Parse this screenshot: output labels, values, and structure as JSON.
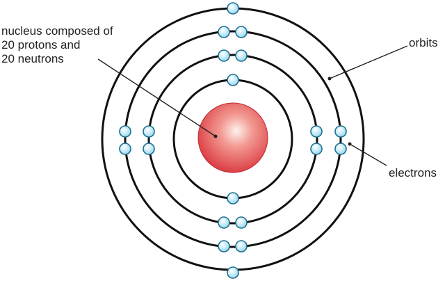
{
  "diagram": {
    "labels": {
      "nucleus": [
        "nucleus composed of",
        "20 protons and",
        "20 neutrons"
      ],
      "orbits": "orbits",
      "electrons": "electrons"
    },
    "orbit_count": 4,
    "electrons_per_shell": [
      2,
      8,
      8,
      2
    ],
    "colors": {
      "orbit": "#111111",
      "electron_fill": "#a8dff5",
      "electron_stroke": "#1f6f8f",
      "nucleus_center": "#fdf2ee",
      "nucleus_edge": "#d8333a",
      "text": "#222222"
    }
  }
}
